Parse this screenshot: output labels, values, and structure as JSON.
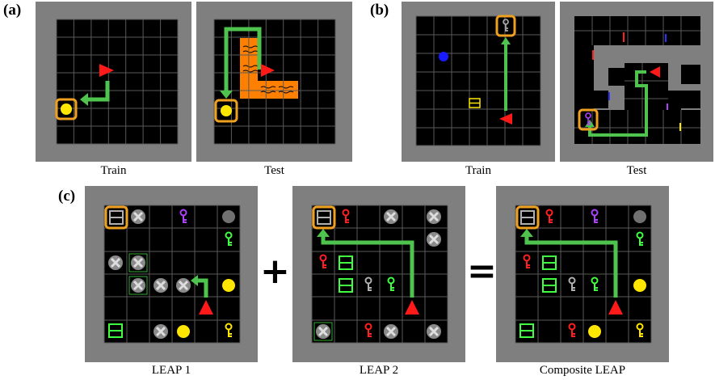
{
  "labels": {
    "a": "(a)",
    "b": "(b)",
    "c": "(c)"
  },
  "captions": {
    "a_train": "Train",
    "a_test": "Test",
    "b_train": "Train",
    "b_test": "Test",
    "c_leap1": "LEAP 1",
    "c_leap2": "LEAP 2",
    "c_composite": "Composite LEAP"
  },
  "operators": {
    "plus": "+",
    "equals": "="
  },
  "colors": {
    "wall": "#7f7f7f",
    "floor": "#000000",
    "grid": "#5a5a5a",
    "agent": "#ff1a1a",
    "goal": "#ffe600",
    "highlight": "#f0a020",
    "path": "#4ec44e",
    "lava": "#ff8000",
    "blocked": "#8a8a8a"
  }
}
